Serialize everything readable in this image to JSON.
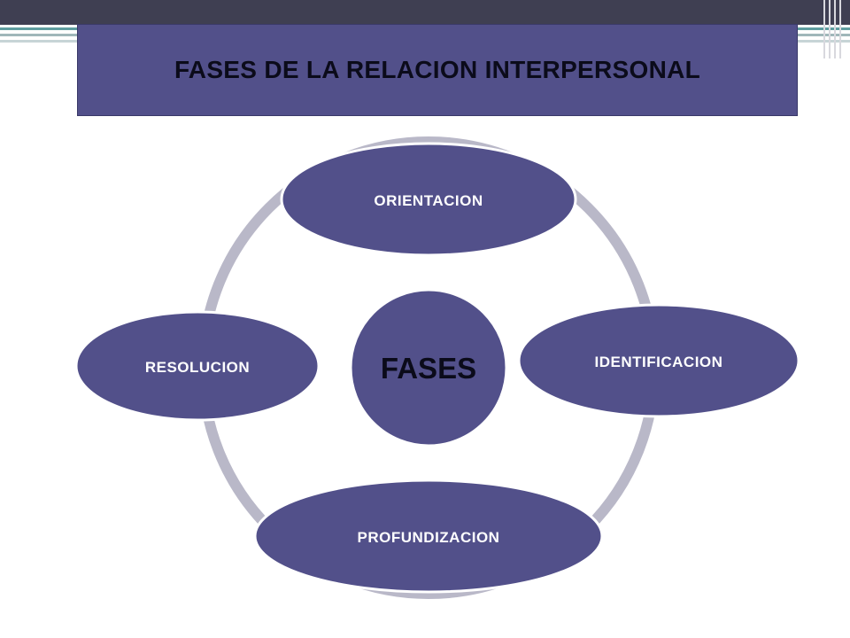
{
  "title": "FASES DE LA RELACION INTERPERSONAL",
  "center": {
    "label": "FASES"
  },
  "phases": [
    {
      "label": "ORIENTACION"
    },
    {
      "label": "IDENTIFICACION"
    },
    {
      "label": "PROFUNDIZACION"
    },
    {
      "label": "RESOLUCION"
    }
  ],
  "colors": {
    "node_fill": "#52508a",
    "node_stroke": "#ffffff",
    "ring": "#b9b8c8",
    "center_text": "#0b0b1a",
    "node_text": "#ffffff",
    "header_bar": "#3f3f52",
    "accent": "#5f9ea0"
  }
}
